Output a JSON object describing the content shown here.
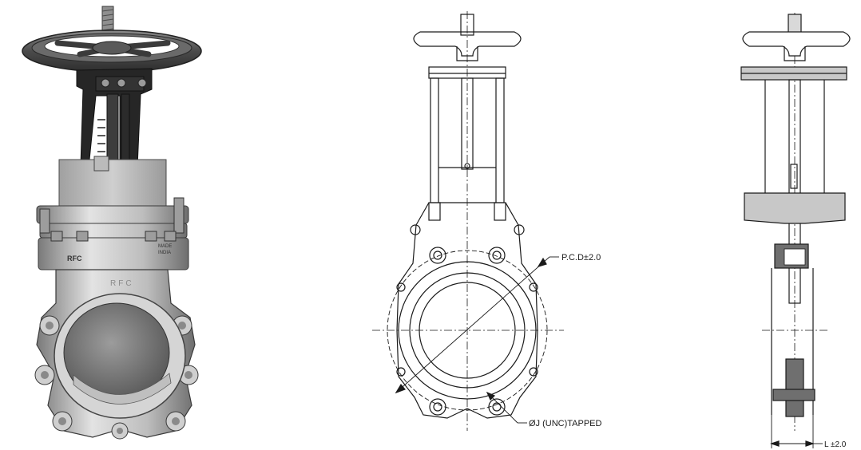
{
  "labels": {
    "pcd": "P.C.D±2.0",
    "tapped": "ØJ (UNC)TAPPED",
    "length": "L ±2.0"
  },
  "valve_markings": {
    "body_letters": "RFC",
    "flange_logo": "RFC",
    "plate_line1": "MADE",
    "plate_line2": "INDIA"
  },
  "colors": {
    "line": "#1a1a1a",
    "metal_light": "#d9d9d9",
    "metal_mid": "#a8a8a8",
    "metal_dark": "#5e5e5e",
    "frame_black": "#262626",
    "section_gray": "#c8c8c8",
    "section_dark": "#6f6f6f",
    "indicator": "#e5d31a"
  }
}
